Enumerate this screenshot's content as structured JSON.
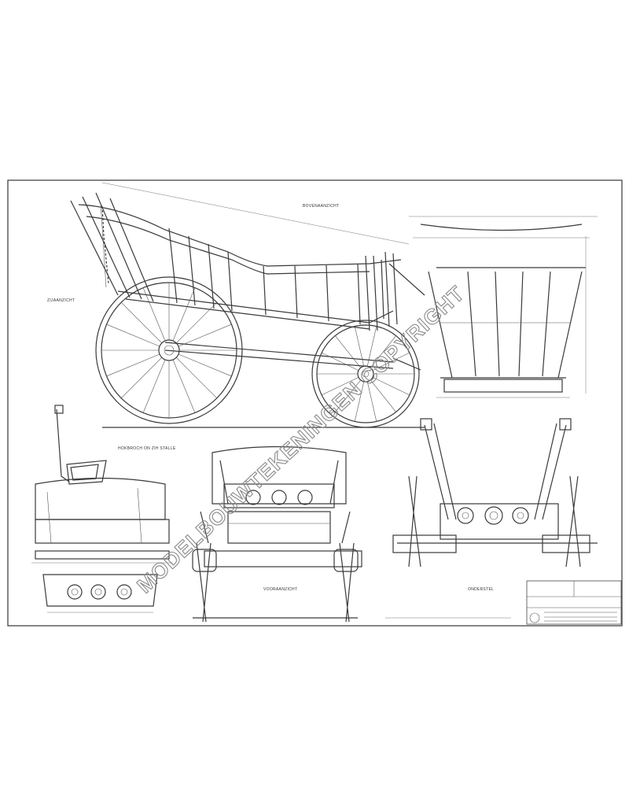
{
  "drawing": {
    "watermark_text": "MODELBOUWTEKENINGEN COPYRIGHT",
    "line_color": "#3a3a3a",
    "watermark_color": "#8a8a8a",
    "views": [
      {
        "id": "side",
        "label": "ZIJAANZICHT"
      },
      {
        "id": "front",
        "label": "VOORAANZICHT"
      },
      {
        "id": "underframe",
        "label": "ONDERSTEL"
      },
      {
        "id": "seat",
        "label": "HOKBROCH ON ZIH STALLE"
      },
      {
        "id": "plan",
        "label": "BOVENAANZICHT"
      }
    ],
    "title_block_lines": [
      "",
      "",
      "",
      "",
      ""
    ]
  }
}
